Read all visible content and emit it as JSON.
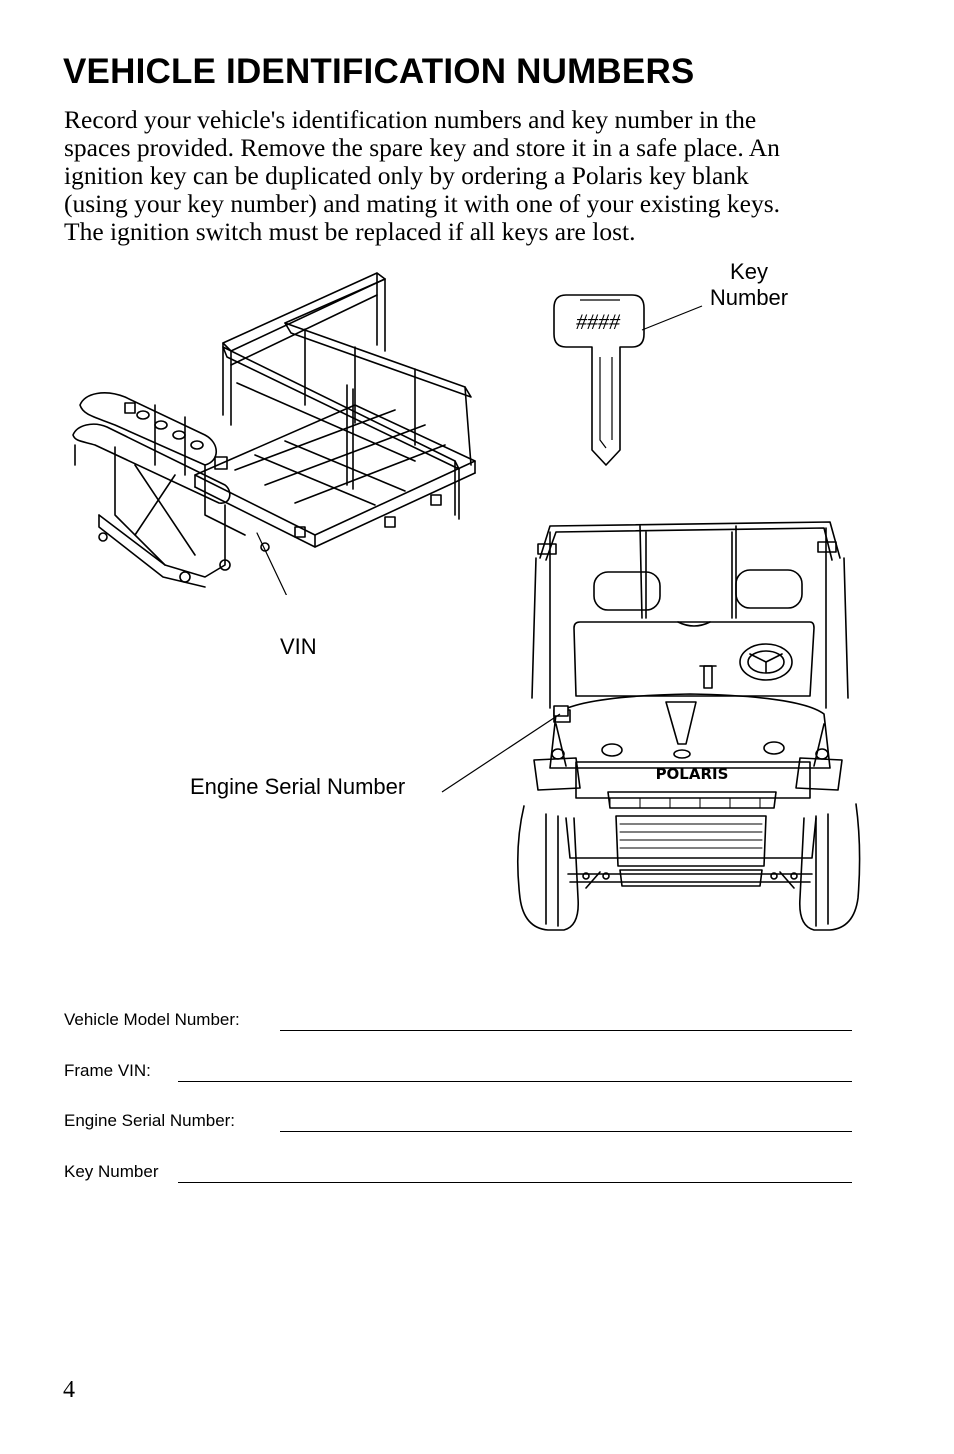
{
  "page": {
    "title": "VEHICLE IDENTIFICATION NUMBERS",
    "intro_lines": [
      "Record your vehicle's identification numbers and key number in the",
      "spaces provided. Remove the spare key and store it in a safe place. An",
      "ignition key can be duplicated only by ordering a Polaris key blank",
      "(using your key number) and mating it with one of your existing keys.",
      "The ignition switch must be replaced if all keys are lost."
    ],
    "page_number": "4"
  },
  "figure": {
    "key_label_line1": "Key",
    "key_label_line2": "Number",
    "key_engraving": "####",
    "vin_label": "VIN",
    "engine_label": "Engine Serial Number",
    "brand_logo": "POLARIS",
    "icons": [
      "key-icon",
      "frame-illustration",
      "vehicle-front-illustration"
    ]
  },
  "form": {
    "fields": [
      {
        "label": "Vehicle Model Number:",
        "value": ""
      },
      {
        "label": "Frame VIN:",
        "value": ""
      },
      {
        "label": "Engine Serial Number:",
        "value": ""
      },
      {
        "label": "Key Number",
        "value": ""
      }
    ]
  }
}
